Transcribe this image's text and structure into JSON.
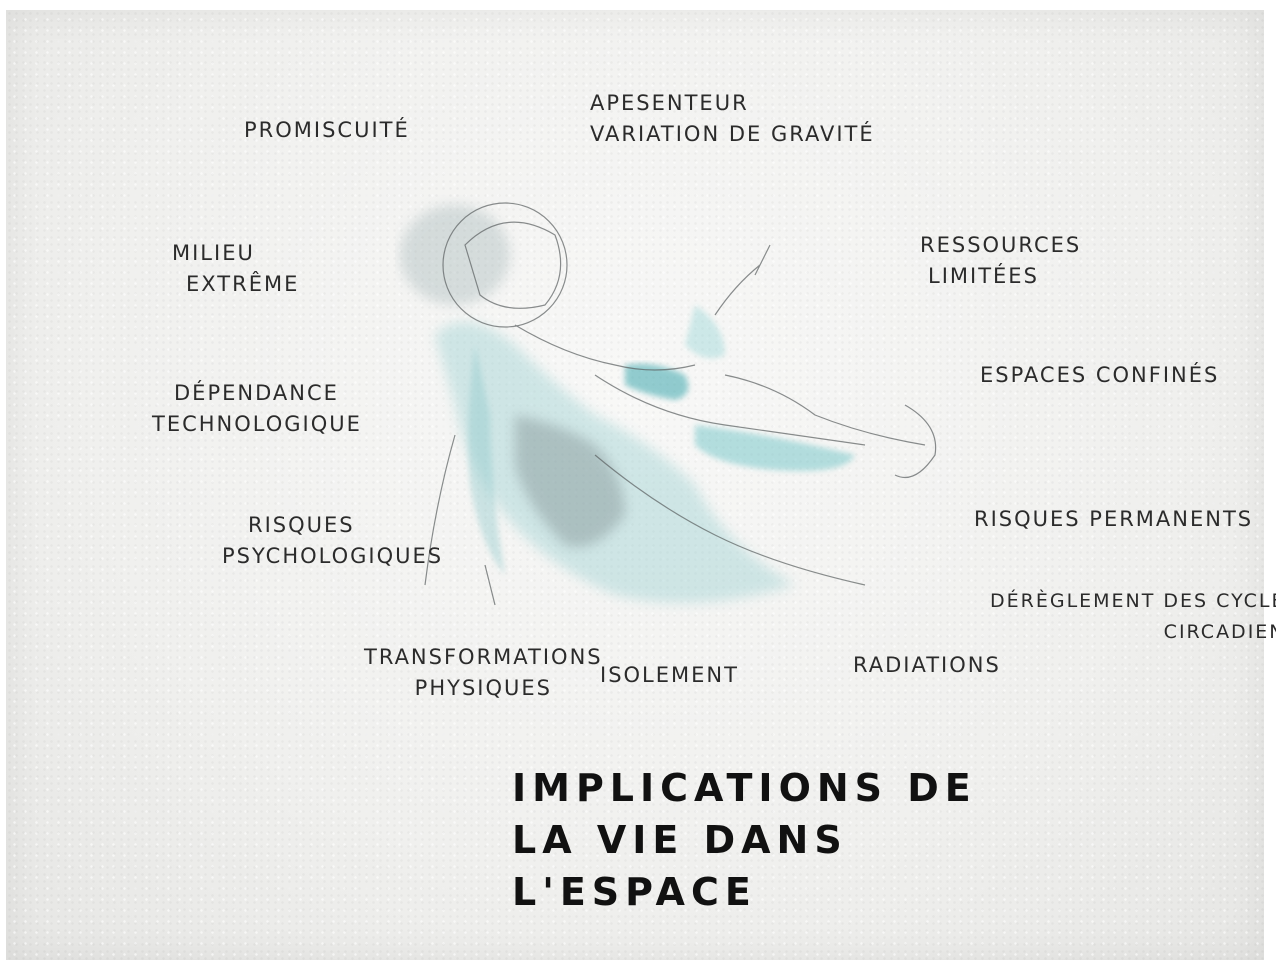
{
  "labels": {
    "promiscuite": "PROMISCUITÉ",
    "apesenteur": [
      "APESENTEUR",
      "VARIATION DE GRAVITÉ"
    ],
    "milieu_extreme": [
      "MILIEU",
      "EXTRÊME"
    ],
    "ressources_limitees": [
      "RESSOURCES",
      "LIMITÉES"
    ],
    "espaces_confines": "ESPACES CONFINÉS",
    "dependance_technologique": [
      "DÉPENDANCE",
      "TECHNOLOGIQUE"
    ],
    "risques_psychologiques": [
      "RISQUES",
      "PSYCHOLOGIQUES"
    ],
    "risques_permanents": "RISQUES PERMANENTS",
    "dereglement_cycles": [
      "DÉRÈGLEMENT DES CYCLES",
      "CIRCADIENS"
    ],
    "transformations_physiques": [
      "TRANSFORMATIONS",
      "PHYSIQUES"
    ],
    "isolement": "ISOLEMENT",
    "radiations": "RADIATIONS"
  },
  "title": [
    "IMPLICATIONS DE",
    "LA VIE DANS",
    "L'ESPACE"
  ],
  "colors": {
    "ink": "#2b2b2b",
    "watercolor_teal": "#7fc7c9",
    "watercolor_grey": "#8e9a9c",
    "paper": "#f3f3f1"
  }
}
